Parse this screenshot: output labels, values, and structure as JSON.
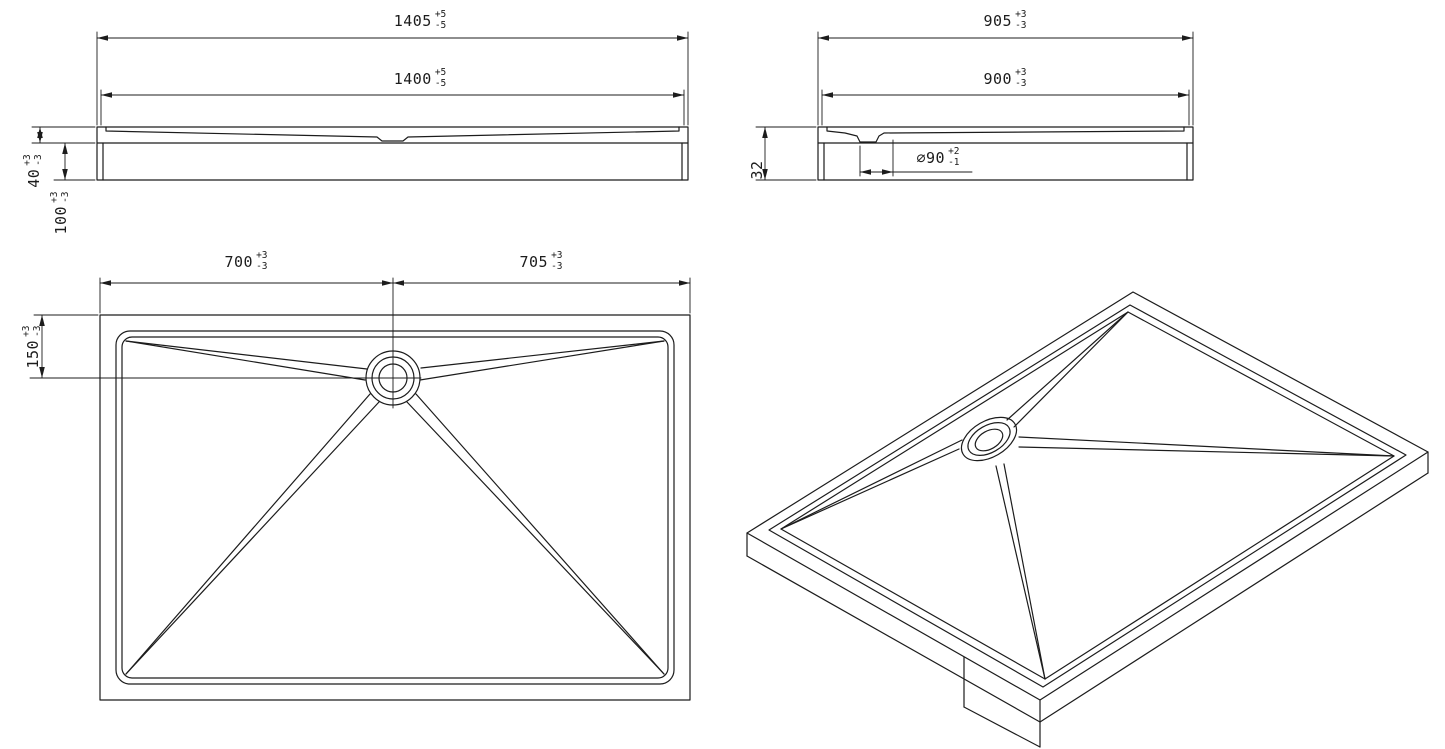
{
  "palette": {
    "line": "#1c1c1c",
    "background": "#ffffff"
  },
  "dimensions": {
    "front_total": {
      "value": "1405",
      "plus": "+5",
      "minus": "-5"
    },
    "front_inner": {
      "value": "1400",
      "plus": "+5",
      "minus": "-5"
    },
    "front_rim_height": {
      "value": "40",
      "plus": "+3",
      "minus": "-3"
    },
    "front_body_height": {
      "value": "100",
      "plus": "+3",
      "minus": "-3"
    },
    "side_total": {
      "value": "905",
      "plus": "+3",
      "minus": "-3"
    },
    "side_inner": {
      "value": "900",
      "plus": "+3",
      "minus": "-3"
    },
    "side_height": {
      "value": "32"
    },
    "drain_diameter": {
      "value": "⌀90",
      "plus": "+2",
      "minus": "-1"
    },
    "plan_drain_from_left": {
      "value": "700",
      "plus": "+3",
      "minus": "-3"
    },
    "plan_drain_from_right": {
      "value": "705",
      "plus": "+3",
      "minus": "-3"
    },
    "plan_drain_from_top": {
      "value": "150",
      "plus": "+3",
      "minus": "-3"
    }
  }
}
